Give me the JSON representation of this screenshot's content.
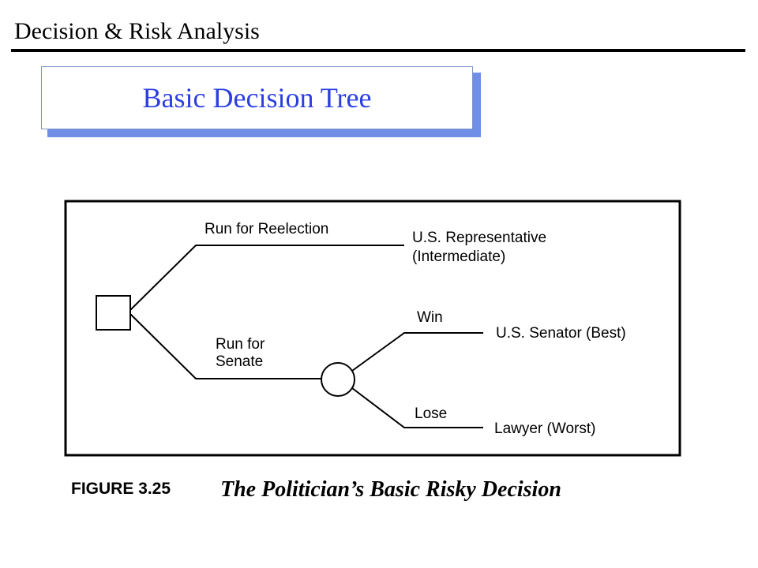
{
  "header": {
    "title": "Decision & Risk Analysis"
  },
  "slide": {
    "title": "Basic Decision Tree"
  },
  "figure": {
    "label": "FIGURE 3.25",
    "caption": "The Politician’s Basic Risky Decision"
  },
  "tree": {
    "decision_node": "decision-square",
    "chance_node": "chance-circle",
    "branches": {
      "reelection": "Run for Reelection",
      "senate_line1": "Run for",
      "senate_line2": "Senate",
      "win": "Win",
      "lose": "Lose"
    },
    "outcomes": {
      "rep_line1": "U.S. Representative",
      "rep_line2": "(Intermediate)",
      "senator": "U.S. Senator (Best)",
      "lawyer": "Lawyer (Worst)"
    }
  },
  "colors": {
    "title_text": "#2c3ee0",
    "title_shadow": "#6f8fe6",
    "title_border": "#7d92c8"
  }
}
